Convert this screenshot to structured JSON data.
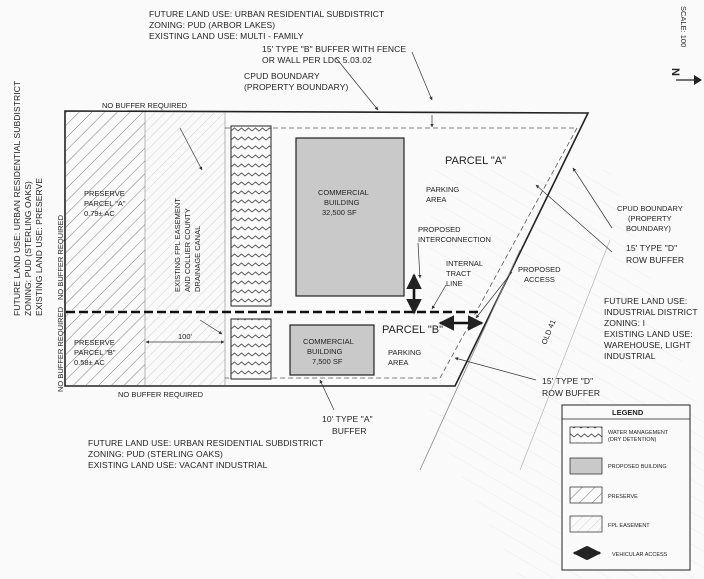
{
  "top_note": {
    "lines": [
      "FUTURE LAND USE: URBAN RESIDENTIAL SUBDISTRICT",
      "ZONING: PUD (ARBOR LAKES)",
      "EXISTING LAND USE: MULTI - FAMILY"
    ]
  },
  "left_note": {
    "lines": [
      "FUTURE LAND USE: URBAN RESIDENTIAL SUBDISTRICT",
      "ZONING: PUD (STERLING OAKS)",
      "EXISTING LAND USE: PRESERVE"
    ]
  },
  "bottom_note": {
    "lines": [
      "FUTURE LAND USE: URBAN RESIDENTIAL SUBDISTRICT",
      "ZONING: PUD (STERLING OAKS)",
      "EXISTING LAND USE: VACANT INDUSTRIAL"
    ]
  },
  "right_note": {
    "lines": [
      "FUTURE LAND USE:",
      "INDUSTRIAL DISTRICT",
      "ZONING: I",
      "EXISTING LAND USE:",
      "WAREHOUSE, LIGHT",
      "INDUSTRIAL"
    ]
  },
  "callouts": {
    "buffer_b": [
      "15' TYPE \"B\" BUFFER WITH FENCE",
      "OR WALL PER LDC 5.03.02"
    ],
    "cpud_top": [
      "CPUD BOUNDARY",
      "(PROPERTY BOUNDARY)"
    ],
    "cpud_right": [
      "CPUD BOUNDARY",
      "(PROPERTY",
      "BOUNDARY)"
    ],
    "row_d_top": [
      "15' TYPE \"D\"",
      "ROW BUFFER"
    ],
    "row_d_bottom": [
      "15' TYPE \"D\"",
      "ROW BUFFER"
    ],
    "buffer_a": [
      "10' TYPE \"A\"",
      "BUFFER"
    ],
    "interconnection": [
      "PROPOSED",
      "INTERCONNECTION"
    ],
    "internal_tract": [
      "INTERNAL",
      "TRACT",
      "LINE"
    ],
    "access": [
      "PROPOSED",
      "ACCESS"
    ]
  },
  "plan": {
    "no_buffer_top": "NO BUFFER REQUIRED",
    "no_buffer_bottom": "NO BUFFER REQUIRED",
    "no_buffer_left_a": "NO BUFFER REQUIRED",
    "no_buffer_left_b": "NO BUFFER REQUIRED",
    "preserve_a": [
      "PRESERVE",
      "PARCEL \"A\"",
      "0.79± AC"
    ],
    "preserve_b": [
      "PRESERVE",
      "PARCEL \"B\"",
      "0.58± AC"
    ],
    "fpl": [
      "EXISTING FPL EASEMENT",
      "AND COLLIER COUNTY",
      "DRAINAGE CANAL"
    ],
    "dim": "100'",
    "building_a": [
      "COMMERCIAL",
      "BUILDING",
      "32,500 SF"
    ],
    "building_b": [
      "COMMERCIAL",
      "BUILDING",
      "7,500 SF"
    ],
    "parcel_a": "PARCEL \"A\"",
    "parcel_b": "PARCEL \"B\"",
    "parking_a": [
      "PARKING",
      "AREA"
    ],
    "parking_b": [
      "PARKING",
      "AREA"
    ],
    "road": "OLD 41"
  },
  "north": {
    "scale": "SCALE: 100",
    "letter": "N"
  },
  "legend": {
    "title": "LEGEND",
    "items": [
      {
        "label": "WATER MANAGEMENT",
        "sub": "(DRY DETENTION)"
      },
      {
        "label": "PROPOSED BUILDING",
        "sub": ""
      },
      {
        "label": "PRESERVE",
        "sub": ""
      },
      {
        "label": "FPL EASEMENT",
        "sub": ""
      },
      {
        "label": "VEHICULAR ACCESS",
        "sub": ""
      }
    ]
  },
  "colors": {
    "building": "#c9c9c9",
    "line": "#222222",
    "hatch": "#7a7a7a"
  }
}
